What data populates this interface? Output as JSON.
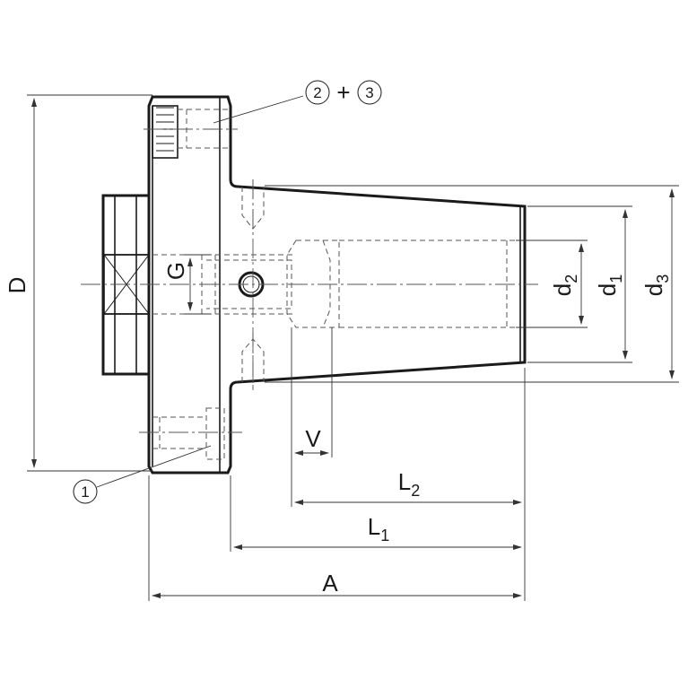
{
  "labels": {
    "D": "D",
    "G": "G",
    "V": "V",
    "A": "A",
    "d2": {
      "base": "d",
      "sub": "2"
    },
    "d1": {
      "base": "d",
      "sub": "1"
    },
    "d3": {
      "base": "d",
      "sub": "3"
    },
    "L1": {
      "base": "L",
      "sub": "1"
    },
    "L2": {
      "base": "L",
      "sub": "2"
    }
  },
  "callouts": {
    "item_1": "1",
    "item_2": "2",
    "item_3": "3",
    "plus": "+"
  }
}
